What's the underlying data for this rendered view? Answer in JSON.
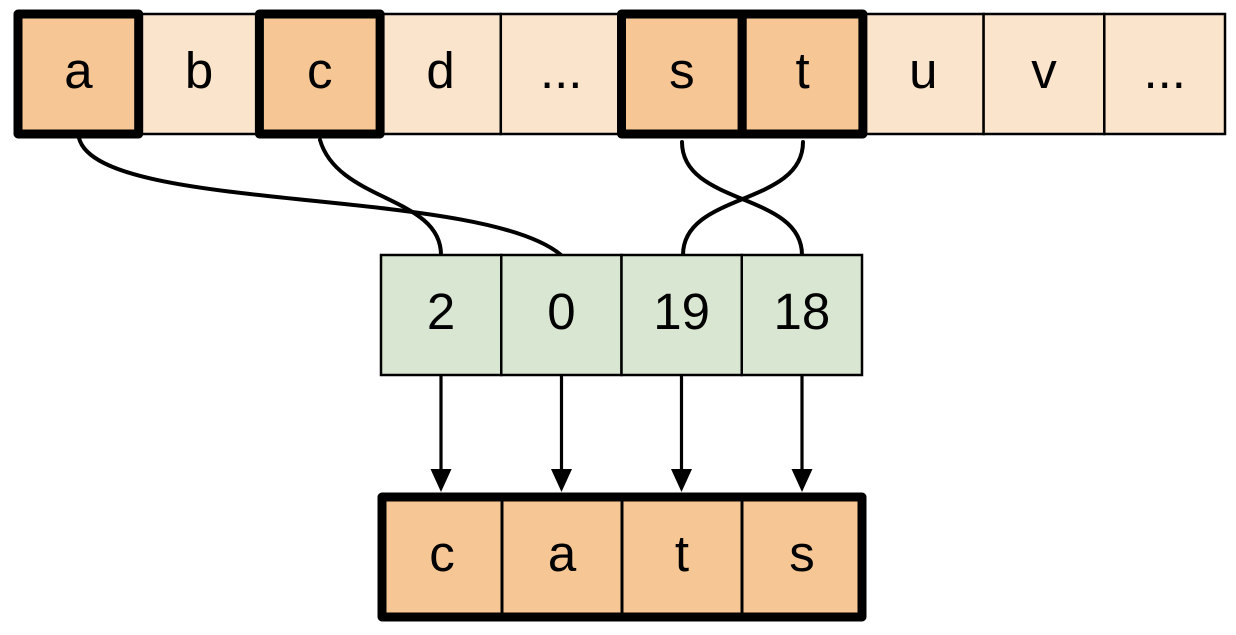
{
  "colors": {
    "stroke": "#000000",
    "cell_light": "#FAE4CB",
    "cell_highlight": "#F6C794",
    "cell_index": "#D9E7D2",
    "background": "#FFFFFF"
  },
  "alphabet_row": {
    "cells": [
      {
        "label": "a",
        "highlighted": true
      },
      {
        "label": "b",
        "highlighted": false
      },
      {
        "label": "c",
        "highlighted": true
      },
      {
        "label": "d",
        "highlighted": false
      },
      {
        "label": "...",
        "highlighted": false
      },
      {
        "label": "s",
        "highlighted": true
      },
      {
        "label": "t",
        "highlighted": true
      },
      {
        "label": "u",
        "highlighted": false
      },
      {
        "label": "v",
        "highlighted": false
      },
      {
        "label": "...",
        "highlighted": false
      }
    ]
  },
  "indices_row": {
    "cells": [
      {
        "label": "2"
      },
      {
        "label": "0"
      },
      {
        "label": "19"
      },
      {
        "label": "18"
      }
    ]
  },
  "output_row": {
    "cells": [
      {
        "label": "c"
      },
      {
        "label": "a"
      },
      {
        "label": "t"
      },
      {
        "label": "s"
      }
    ]
  },
  "connections": [
    {
      "from": "a",
      "to": "0"
    },
    {
      "from": "c",
      "to": "2"
    },
    {
      "from": "s",
      "to": "18"
    },
    {
      "from": "t",
      "to": "19"
    }
  ]
}
